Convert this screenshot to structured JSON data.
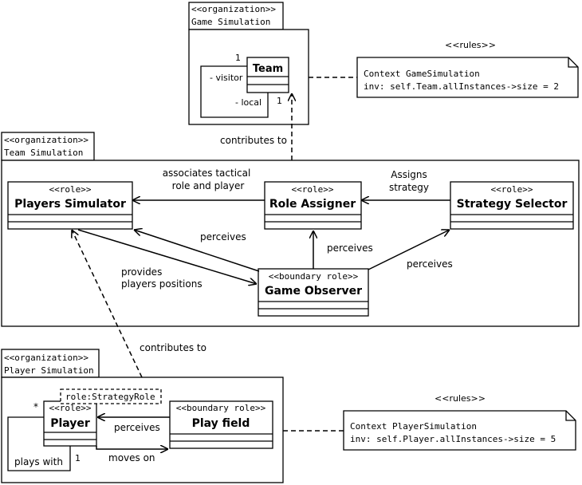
{
  "organizations": {
    "game": {
      "stereotype": "<<organization>>",
      "name": "Game Simulation"
    },
    "team": {
      "stereotype": "<<organization>>",
      "name": "Team Simulation"
    },
    "player": {
      "stereotype": "<<organization>>",
      "name": "Player Simulation"
    }
  },
  "classes": {
    "team": {
      "name": "Team"
    },
    "players_simulator": {
      "stereotype": "<<role>>",
      "name": "Players Simulator"
    },
    "role_assigner": {
      "stereotype": "<<role>>",
      "name": "Role Assigner"
    },
    "strategy_selector": {
      "stereotype": "<<role>>",
      "name": "Strategy Selector"
    },
    "game_observer": {
      "stereotype": "<<boundary role>>",
      "name": "Game Observer"
    },
    "player": {
      "stereotype": "<<role>>",
      "name": "Player",
      "template": "role:StrategyRole"
    },
    "play_field": {
      "stereotype": "<<boundary role>>",
      "name": "Play field"
    }
  },
  "associations": {
    "team_visitor_mult": "1",
    "team_visitor_role": "- visitor",
    "team_local_role": "- local",
    "team_local_mult": "1",
    "assoc_tactical_1": "associates tactical",
    "assoc_tactical_2": "role and player",
    "assigns_1": "Assigns",
    "assigns_2": "strategy",
    "perceives_ps": "perceives",
    "perceives_ra": "perceives",
    "perceives_ss": "perceives",
    "provides_1": "provides",
    "provides_2": "players positions",
    "contributes_team": "contributes to",
    "contributes_player": "contributes to",
    "player_many": "*",
    "plays_with": "plays with",
    "player_one": "1",
    "perceives_pf": "perceives",
    "moves_on": "moves on"
  },
  "notes": {
    "game_rules": {
      "stereotype": "<<rules>>",
      "line1": "Context GameSimulation",
      "line2": "inv: self.Team.allInstances->size = 2"
    },
    "player_rules": {
      "stereotype": "<<rules>>",
      "line1": "Context PlayerSimulation",
      "line2": "inv: self.Player.allInstances->size = 5"
    }
  }
}
